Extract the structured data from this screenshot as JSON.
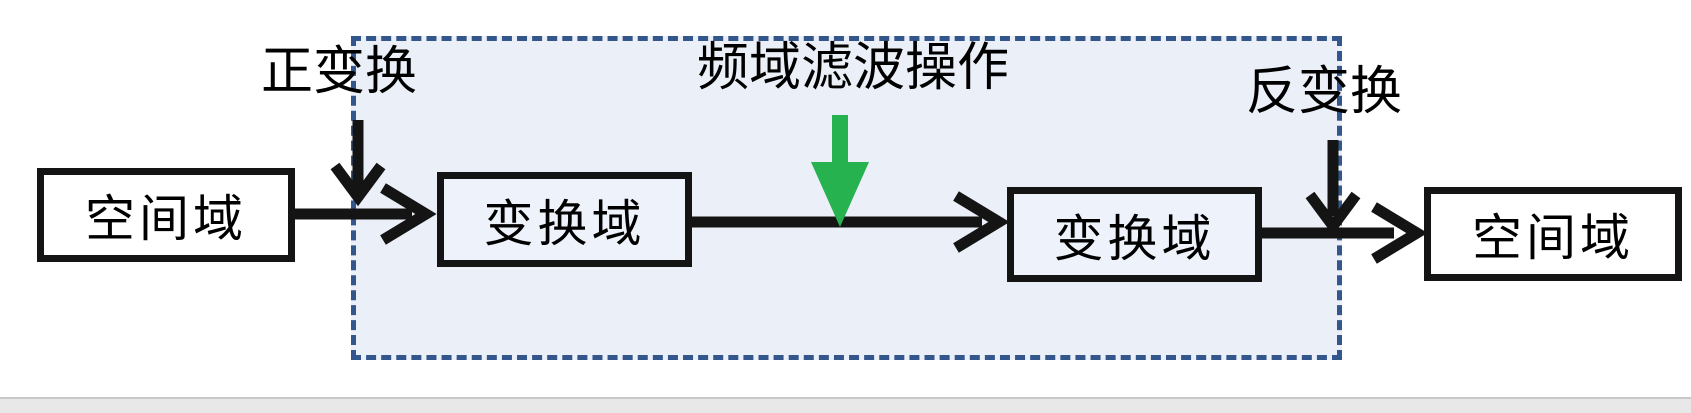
{
  "colors": {
    "accent-blue": "#33568C",
    "region-fill": "#EBEFF8",
    "inner-box-fill": "#EEF2FA",
    "ink": "#141414",
    "green": "#26B24E",
    "footer-fill": "#E8E8E8",
    "footer-border": "#C9C9C9"
  },
  "diagram": {
    "boxes": [
      {
        "id": "spatial-domain-input",
        "label": "空间域"
      },
      {
        "id": "transform-domain-pre",
        "label": "变换域"
      },
      {
        "id": "transform-domain-post",
        "label": "变换域"
      },
      {
        "id": "spatial-domain-output",
        "label": "空间域"
      }
    ],
    "labels": {
      "forward_transform": "正变换",
      "frequency_filter_operation": "频域滤波操作",
      "inverse_transform": "反变换"
    }
  }
}
